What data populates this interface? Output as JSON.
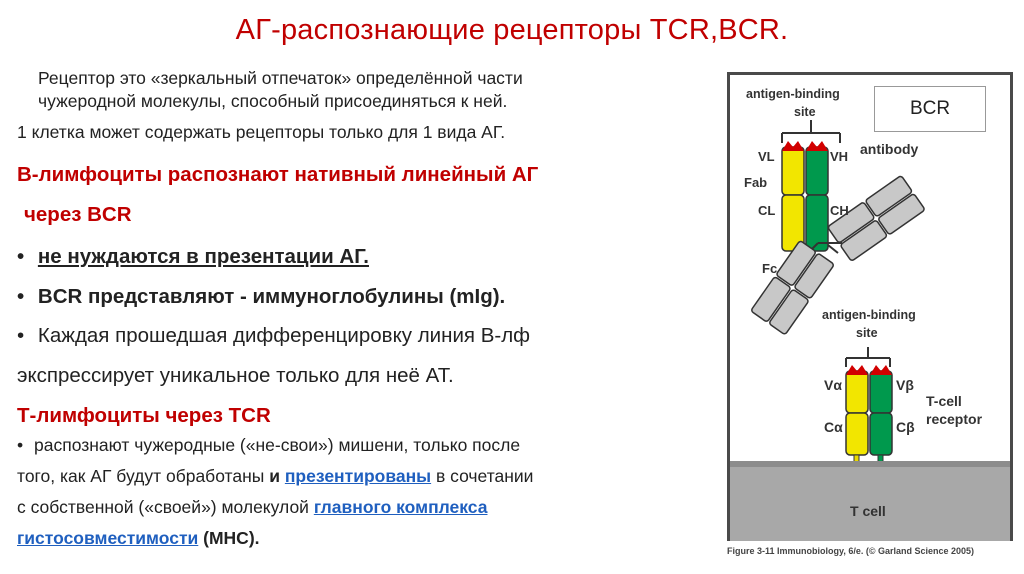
{
  "slide": {
    "title": "АГ-распознающие рецепторы TCR,BCR.",
    "lines": {
      "l1": "Рецептор это «зеркальный отпечаток» определённой части",
      "l2": "чужеродной молекулы, способный присоединяться к ней.",
      "l3": "1 клетка может содержать рецепторы только для 1 вида АГ.",
      "l4": "В-лимфоциты распознают нативный линейный АГ",
      "l5": "через BCR",
      "l6_bullet": "•",
      "l6": "не нуждаются в презентации АГ.",
      "l7_bullet": "•",
      "l7": "BCR представляют - иммуноглобулины (mIg).",
      "l8_bullet": "•",
      "l8": "Каждая прошедшая дифференцировку линия В-лф",
      "l9": "экспрессирует уникальное только для неё АТ.",
      "l10": "Т-лимфоциты через TCR",
      "l11_bullet": "•",
      "l11": "распознают чужеродные («не-свои») мишени, только после",
      "l12_a": "того, как АГ будут обработаны ",
      "l12_b": "и",
      "l12_c": " ",
      "l12_link": "презентированы",
      "l12_d": " в сочетании",
      "l13_a": "с собственной («своей») молекулой ",
      "l13_link": "главного комплекса",
      "l14_link": "гистосовместимости",
      "l14_b": " (МНС)."
    }
  },
  "figure": {
    "bcr_label": "BCR",
    "antigen_binding_1": "antigen-binding",
    "site_1": "site",
    "antibody": "antibody",
    "vl": "VL",
    "vh": "VH",
    "fab": "Fab",
    "cl": "CL",
    "ch": "CH",
    "fc": "Fc",
    "antigen_binding_2": "antigen-binding",
    "site_2": "site",
    "va": "Vα",
    "vb": "Vβ",
    "ca": "Cα",
    "cb": "Cβ",
    "tcell_receptor_1": "T-cell",
    "tcell_receptor_2": "receptor",
    "tcell": "T cell",
    "caption": "Figure 3-11  Immunobiology, 6/e. (© Garland Science 2005)",
    "colors": {
      "light_chain": "#f2e600",
      "heavy_chain": "#00994d",
      "gray_domain": "#c8c8c8",
      "membrane": "#a8a8a8",
      "tip": "#d20000"
    }
  }
}
